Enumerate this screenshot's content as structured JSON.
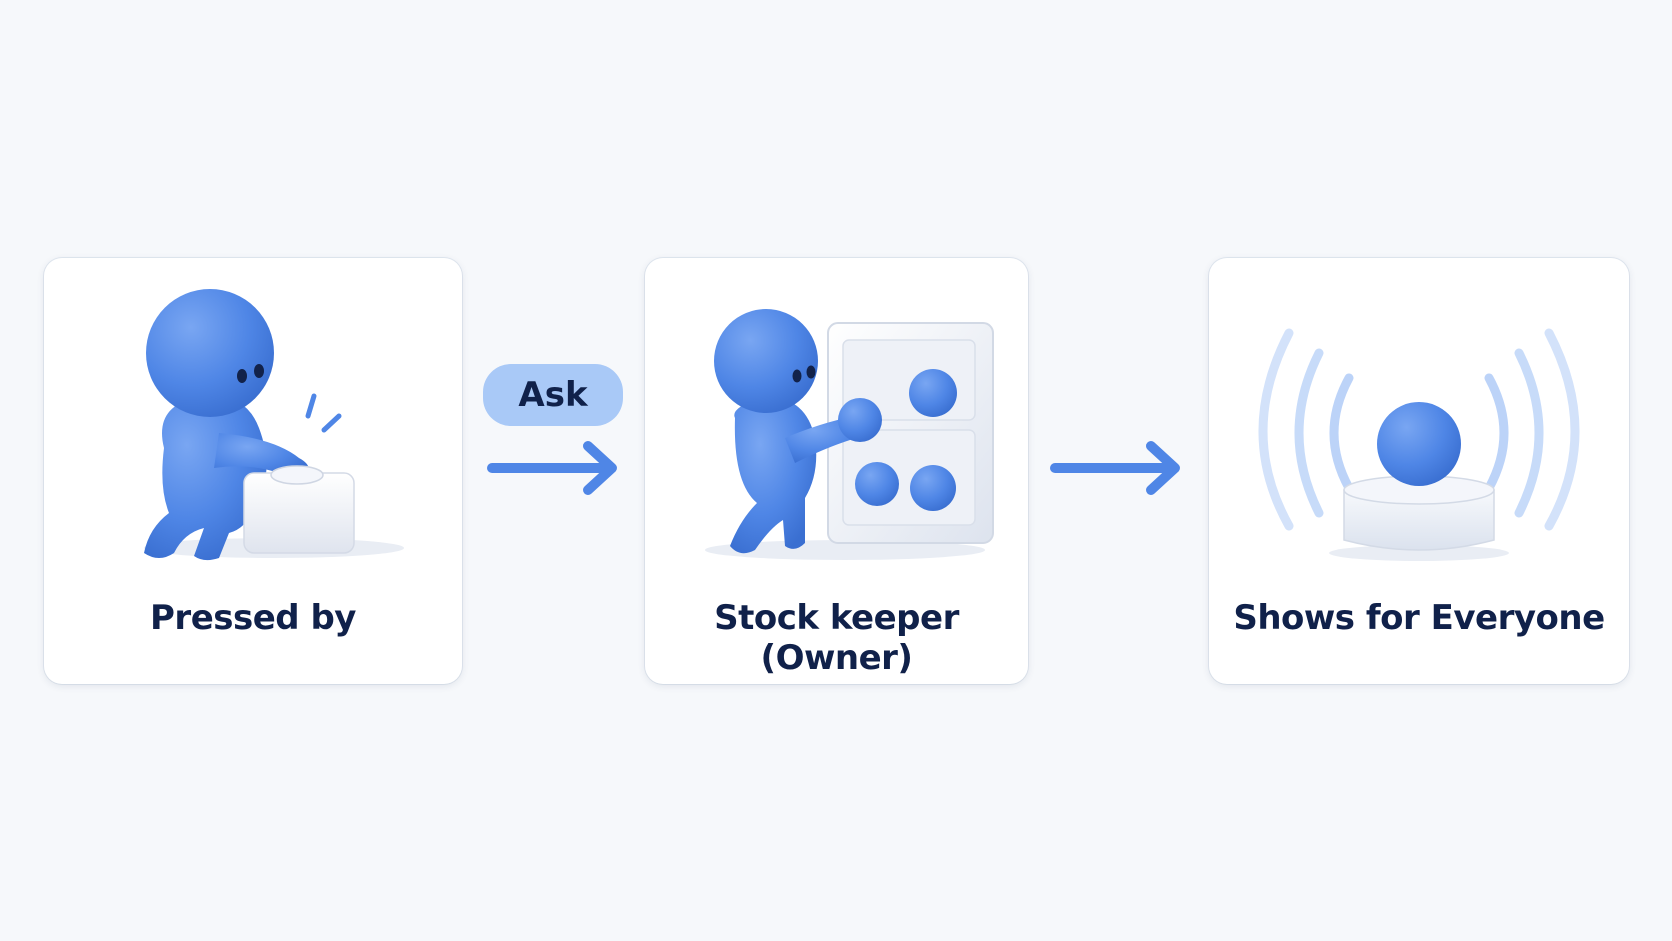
{
  "steps": [
    {
      "label": "Pressed by"
    },
    {
      "label": "Stock keeper (Owner)"
    },
    {
      "label": "Shows for Everyone"
    }
  ],
  "connectors": [
    {
      "label": "Ask"
    },
    {
      "label": ""
    }
  ],
  "colors": {
    "background": "#f6f8fb",
    "card": "#ffffff",
    "accent": "#4f86e6",
    "pill": "#a9c9f7",
    "text": "#10214a"
  },
  "icons": [
    "figure-pressing-button-icon",
    "figure-stocking-shelf-icon",
    "broadcast-ball-icon"
  ]
}
